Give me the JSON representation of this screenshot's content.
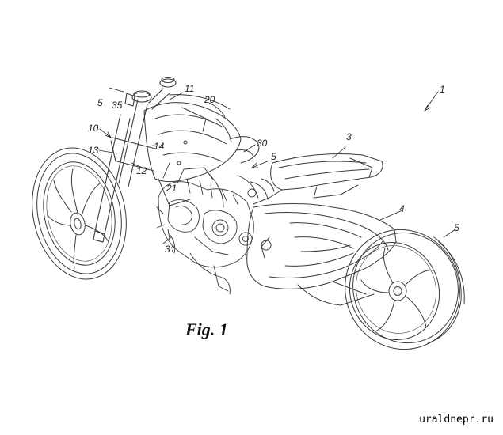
{
  "figure": {
    "caption": "Fig. 1",
    "watermark": "uraldnepr.ru",
    "reference_numerals": {
      "overall": "1",
      "tank_cover": "20",
      "steering_head": "11",
      "section_mark_front": "5",
      "fork_cap": "35",
      "front_fork": "10",
      "fork_clamp": "13",
      "frame_joint": "14",
      "fork_leg": "12",
      "frame_front": "21",
      "airbox": "30",
      "engine": "31",
      "rear_section_mark": "5",
      "seat_tail": "3",
      "swingarm": "4",
      "rear_wheel": "5"
    }
  }
}
